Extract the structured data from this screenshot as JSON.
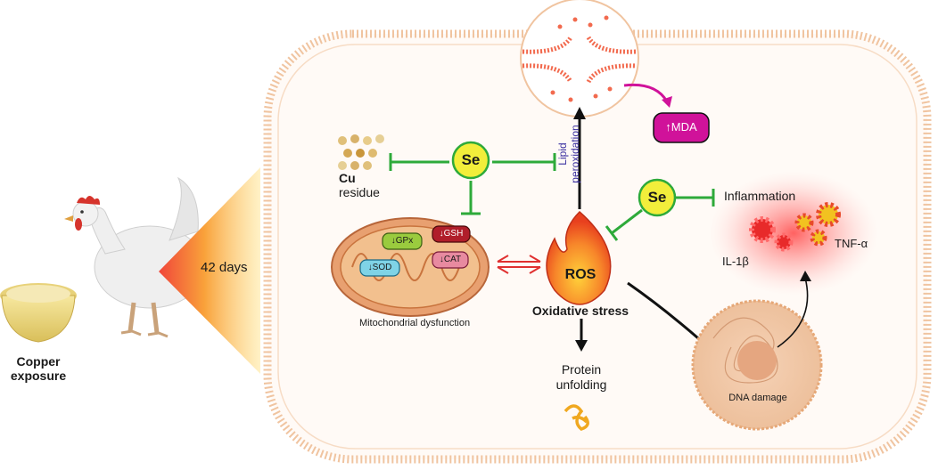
{
  "exposure": {
    "copper_line1": "Copper",
    "copper_line2": "exposure",
    "duration": "42 days"
  },
  "cu": {
    "symbol": "Cu",
    "residue": "residue"
  },
  "selenium": {
    "label": "Se"
  },
  "lipid": {
    "line1": "Lipid",
    "line2": "peroxidation"
  },
  "mda": {
    "label": "↑MDA"
  },
  "inflammation": {
    "title": "Inflammation",
    "il1b": "IL-1β",
    "tnfa": "TNF-α"
  },
  "mitochondria": {
    "gpx": "↓GPx",
    "gsh": "↓GSH",
    "sod": "↓SOD",
    "cat": "↓CAT",
    "caption": "Mitochondrial dysfunction"
  },
  "ros": {
    "label": "ROS",
    "stress": "Oxidative stress"
  },
  "protein": {
    "line1": "Protein",
    "line2": "unfolding"
  },
  "dna": {
    "caption": "DNA damage"
  },
  "colors": {
    "membrane": "#f2c9a4",
    "inhibition": "#2eaa3a",
    "selenium_fill": "#f2ee3b",
    "mda_fill": "#d0129a",
    "ros_flame": "#f05a22",
    "inflammation_glow": "#ff5a5a",
    "lipid_text": "#3a2fa0"
  }
}
